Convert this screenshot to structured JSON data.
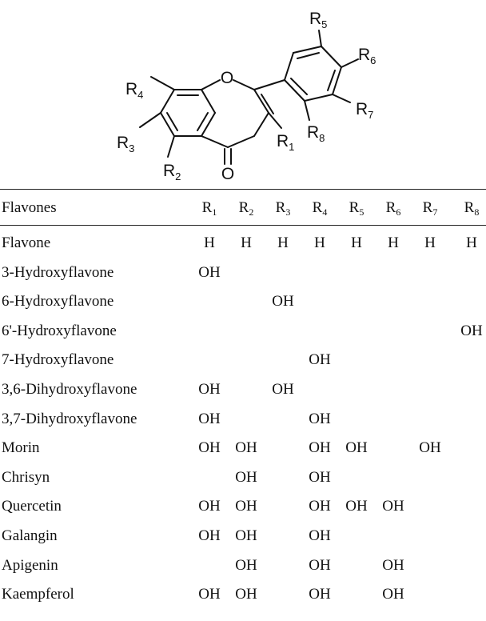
{
  "structure": {
    "substituent_labels": [
      "R1",
      "R2",
      "R3",
      "R4",
      "R5",
      "R6",
      "R7",
      "R8"
    ],
    "ring_atom_label": "O",
    "carbonyl_label": "O"
  },
  "table": {
    "columns": [
      "Flavones",
      "R1",
      "R2",
      "R3",
      "R4",
      "R5",
      "R6",
      "R7",
      "R8"
    ],
    "rows": [
      {
        "name": "Flavone",
        "values": [
          "H",
          "H",
          "H",
          "H",
          "H",
          "H",
          "H",
          "H"
        ]
      },
      {
        "name": "3-Hydroxyflavone",
        "values": [
          "OH",
          "",
          "",
          "",
          "",
          "",
          "",
          ""
        ]
      },
      {
        "name": "6-Hydroxyflavone",
        "values": [
          "",
          "",
          "OH",
          "",
          "",
          "",
          "",
          ""
        ]
      },
      {
        "name": "6'-Hydroxyflavone",
        "values": [
          "",
          "",
          "",
          "",
          "",
          "",
          "",
          "OH"
        ]
      },
      {
        "name": "7-Hydroxyflavone",
        "values": [
          "",
          "",
          "",
          "OH",
          "",
          "",
          "",
          ""
        ]
      },
      {
        "name": "3,6-Dihydroxyflavone",
        "values": [
          "OH",
          "",
          "OH",
          "",
          "",
          "",
          "",
          ""
        ]
      },
      {
        "name": "3,7-Dihydroxyflavone",
        "values": [
          "OH",
          "",
          "",
          "OH",
          "",
          "",
          "",
          ""
        ]
      },
      {
        "name": "Morin",
        "values": [
          "OH",
          "OH",
          "",
          "OH",
          "OH",
          "",
          "OH",
          ""
        ]
      },
      {
        "name": "Chrisyn",
        "values": [
          "",
          "OH",
          "",
          "OH",
          "",
          "",
          "",
          ""
        ]
      },
      {
        "name": "Quercetin",
        "values": [
          "OH",
          "OH",
          "",
          "OH",
          "OH",
          "OH",
          "",
          ""
        ]
      },
      {
        "name": "Galangin",
        "values": [
          "OH",
          "OH",
          "",
          "OH",
          "",
          "",
          "",
          ""
        ]
      },
      {
        "name": "Apigenin",
        "values": [
          "",
          "OH",
          "",
          "OH",
          "",
          "OH",
          "",
          ""
        ]
      },
      {
        "name": "Kaempferol",
        "values": [
          "OH",
          "OH",
          "",
          "OH",
          "",
          "OH",
          "",
          ""
        ]
      }
    ]
  }
}
